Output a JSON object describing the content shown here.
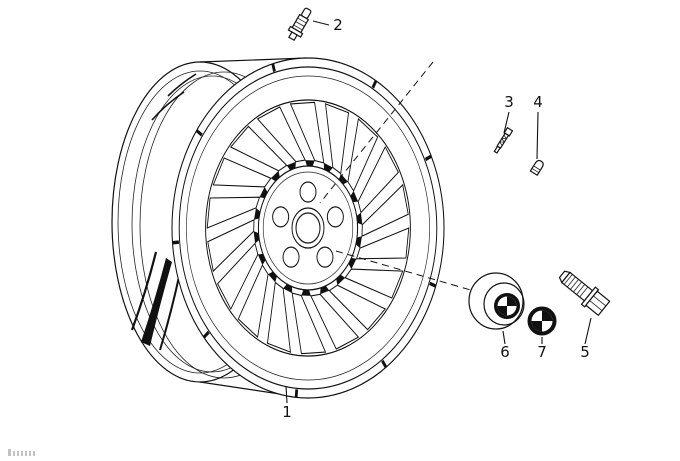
{
  "callouts": [
    {
      "label": "1"
    },
    {
      "label": "2"
    },
    {
      "label": "3"
    },
    {
      "label": "4"
    },
    {
      "label": "5"
    },
    {
      "label": "6"
    },
    {
      "label": "7"
    }
  ],
  "colors": {
    "line": "#111111",
    "background": "#ffffff"
  }
}
